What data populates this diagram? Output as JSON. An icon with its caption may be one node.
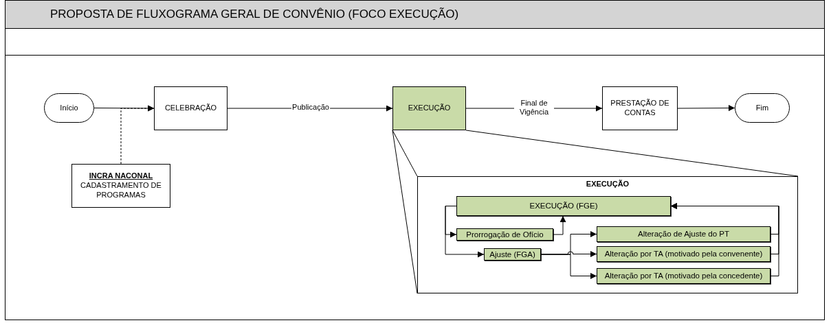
{
  "diagram": {
    "title": "PROPOSTA DE FLUXOGRAMA GERAL DE CONVÊNIO (FOCO EXECUÇÃO)",
    "nodes": [
      {
        "text": [
          "Início"
        ]
      },
      {
        "text": [
          "CELEBRAÇÃO"
        ]
      },
      {
        "text": [
          "EXECUÇÃO"
        ]
      },
      {
        "text": [
          "PRESTAÇÃO DE CONTAS"
        ]
      },
      {
        "text": [
          "Fim"
        ]
      },
      {
        "text": [
          "INCRA NACONAL",
          "CADASTRAMENTO DE PROGRAMAS"
        ]
      },
      {
        "text": [
          "EXECUÇÃO"
        ]
      },
      {
        "text": [
          "EXECUÇÃO (FGE)"
        ],
        "in": 6
      },
      {
        "text": [
          "Prorrogação de Ofício"
        ],
        "in": 6
      },
      {
        "text": [
          "Ajuste (FGA)"
        ],
        "in": 6
      },
      {
        "text": [
          "Alteração de Ajuste do PT"
        ],
        "in": 6
      },
      {
        "text": [
          "Alteração por TA (motivado pela convenente)"
        ],
        "in": 6
      },
      {
        "text": [
          "Alteração por TA (motivado pela concedente)"
        ],
        "in": 6
      }
    ],
    "edges": [
      {
        "from": 0,
        "to": 1,
        "arrow": "to"
      },
      {
        "from": 5,
        "to": 1,
        "arrow": "to",
        "style": "dashed"
      },
      {
        "from": 1,
        "to": 2,
        "arrow": "to",
        "label": "Publicação"
      },
      {
        "from": 2,
        "to": 3,
        "arrow": "to",
        "label": "Final de Vigência"
      },
      {
        "from": 3,
        "to": 4,
        "arrow": "to"
      },
      {
        "from": 7,
        "to": 8,
        "arrow": "to"
      },
      {
        "from": 7,
        "to": 9,
        "arrow": "to"
      },
      {
        "from": 8,
        "to": 7,
        "arrow": "to"
      },
      {
        "from": 9,
        "to": 10,
        "arrow": "to"
      },
      {
        "from": 9,
        "to": 11,
        "arrow": "to"
      },
      {
        "from": 9,
        "to": 12,
        "arrow": "to"
      },
      {
        "from": 10,
        "to": 7,
        "arrow": "to"
      },
      {
        "from": 11,
        "to": 7,
        "arrow": "to"
      },
      {
        "from": 12,
        "to": 7,
        "arrow": "to"
      },
      {
        "from": 2,
        "to": 6,
        "arrow": "none"
      },
      {
        "from": 2,
        "to": 6,
        "arrow": "none"
      },
      {
        "from": 2,
        "to": 6,
        "arrow": "none"
      }
    ]
  }
}
